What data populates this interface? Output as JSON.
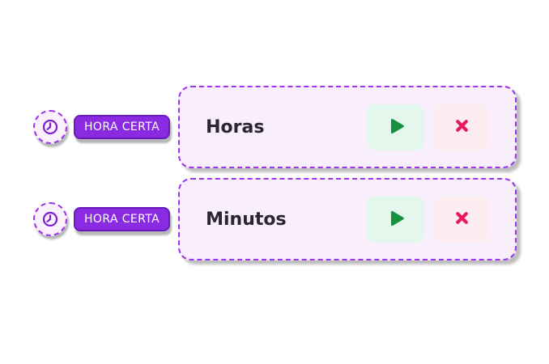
{
  "colors": {
    "accent-purple": "#8a2be2",
    "accent-purple-dark": "#671ab9",
    "dash-purple": "#9c33ee",
    "panel-bg": "#f8eefc",
    "icon-bg": "#fbf1fd",
    "clock-purple": "#7a1fd1",
    "play-green": "#16913f",
    "play-bg": "#e4f7ec",
    "delete-red": "#e6195c",
    "delete-bg": "#fdecef",
    "label-text": "#2a2533",
    "canvas-bg": "#ffffff"
  },
  "rows": [
    {
      "tag_label": "HORA CERTA",
      "title": "Horas"
    },
    {
      "tag_label": "HORA CERTA",
      "title": "Minutos"
    }
  ]
}
